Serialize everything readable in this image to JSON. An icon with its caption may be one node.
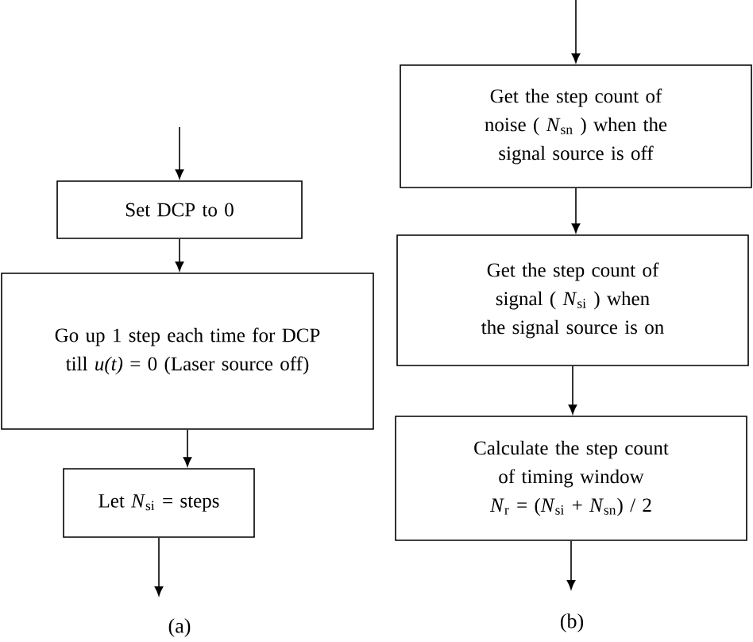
{
  "diagram": {
    "nodes": [
      {
        "text": [
          "Set DCP to 0"
        ]
      },
      {
        "text": [
          "Go up 1 step each time for DCP till *u(t)* = 0 (Laser source off)"
        ]
      },
      {
        "text": [
          "Let *N*$_{si}$ = steps"
        ]
      },
      {
        "text": [
          "Get the step count of noise ( *N*$_{sn}$ ) when the signal source is off"
        ]
      },
      {
        "text": [
          "Get the step count of signal ( *N*$_{si}$ ) when the signal source is on"
        ]
      },
      {
        "text": [
          "Calculate the step count of timing window *N*$_{r}$ = (*N*$_{si}$ + *N*$_{sn}$) / 2"
        ]
      }
    ],
    "edges": [
      {
        "from": null,
        "to": 0,
        "arrow": "to"
      },
      {
        "from": 0,
        "to": 1,
        "arrow": "to"
      },
      {
        "from": 1,
        "to": 2,
        "arrow": "to"
      },
      {
        "from": 2,
        "to": null,
        "arrow": "to"
      },
      {
        "from": null,
        "to": 3,
        "arrow": "to"
      },
      {
        "from": 3,
        "to": 4,
        "arrow": "to"
      },
      {
        "from": 4,
        "to": 5,
        "arrow": "to"
      },
      {
        "from": 5,
        "to": null,
        "arrow": "to"
      }
    ],
    "labels": [
      "(a)",
      "(b)"
    ]
  }
}
